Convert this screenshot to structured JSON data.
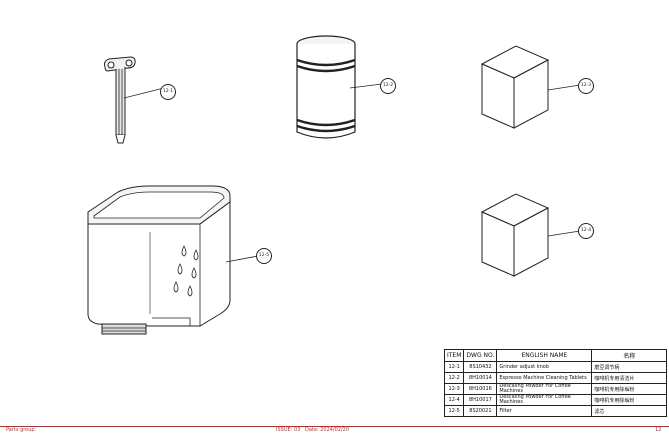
{
  "callouts": [
    "12-1",
    "12-2",
    "12-3",
    "12-5",
    "12-4"
  ],
  "table": {
    "headers": [
      "ITEM",
      "DWG NO.",
      "ENGLISH NAME",
      "名称"
    ],
    "rows": [
      [
        "12-1",
        "8S10432",
        "Grinder adjust knob",
        "磨豆调节柄"
      ],
      [
        "12-2",
        "8H10014",
        "Espresso Machine Cleaning Tablets",
        "咖啡机专用清洁片"
      ],
      [
        "12-3",
        "8H10016",
        "Descaling Powder For Coffee Machines",
        "咖啡机专用除垢粉"
      ],
      [
        "12-4",
        "8H10017",
        "Descaling Powder For Coffee Machines",
        "咖啡机专用除垢粉"
      ],
      [
        "12-5",
        "8S20021",
        "Filter",
        "滤芯"
      ]
    ]
  },
  "footer": {
    "left": "Parts group:",
    "issue": "ISSUE: 03",
    "date": "Date: 2024/02/20",
    "page": "12"
  }
}
